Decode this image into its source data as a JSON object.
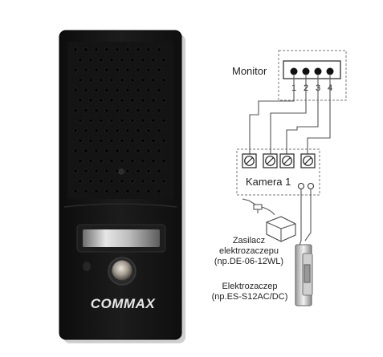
{
  "device": {
    "brand": "COMMAX"
  },
  "diagram": {
    "monitor": {
      "label": "Monitor",
      "terminals": [
        "1",
        "2",
        "3",
        "4"
      ]
    },
    "camera": {
      "label": "Kamera 1"
    },
    "power_supply": {
      "label_lines": [
        "Zasilacz",
        "elektrozaczepu",
        "(np.DE-06-12WL)"
      ]
    },
    "door_strike": {
      "label_lines": [
        "Elektrozaczep",
        "(np.ES-S12AC/DC)"
      ]
    }
  }
}
